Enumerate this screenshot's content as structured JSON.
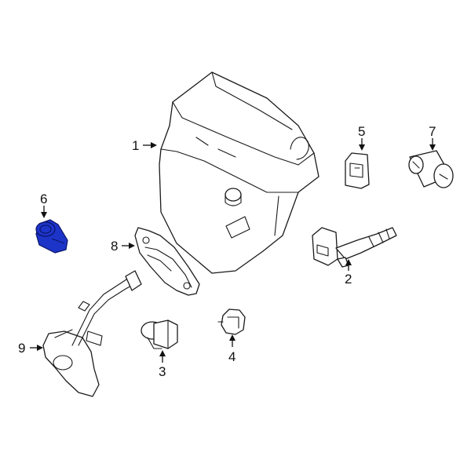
{
  "callouts": {
    "c1": "1",
    "c2": "2",
    "c3": "3",
    "c4": "4",
    "c5": "5",
    "c6": "6",
    "c7": "7",
    "c8": "8",
    "c9": "9"
  },
  "highlight_color": "#1d34c9",
  "highlighted_part": "6"
}
